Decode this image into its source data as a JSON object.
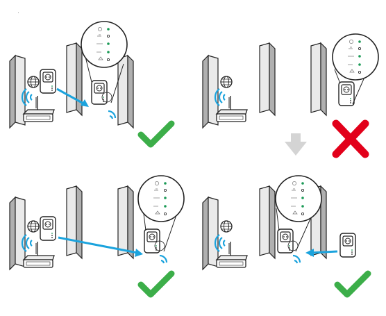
{
  "panels": [
    {
      "id": "top-left",
      "router_label": "router",
      "extender_placement": "between-router-and-wall",
      "signal_strength": "good",
      "verdict": "correct",
      "led_labels": [
        "power",
        "ethernet",
        "wps",
        "signal",
        "network"
      ]
    },
    {
      "id": "top-right",
      "router_label": "router",
      "extender_placement": "too-far-from-router",
      "signal_strength": "weak",
      "verdict": "incorrect",
      "led_labels": [
        "power",
        "ethernet",
        "wps",
        "signal",
        "network"
      ]
    },
    {
      "id": "bottom-left",
      "router_label": "router",
      "extender_placement": "next-to-wall",
      "signal_strength": "good",
      "verdict": "correct",
      "led_labels": [
        "power",
        "ethernet",
        "wps",
        "signal",
        "network"
      ]
    },
    {
      "id": "bottom-right",
      "router_label": "router",
      "extender_placement": "moved-closer-to-router",
      "signal_strength": "good",
      "verdict": "correct",
      "led_labels": [
        "power",
        "ethernet",
        "wps",
        "signal",
        "network"
      ]
    }
  ],
  "colors": {
    "wall_front": "#eeeeee",
    "wall_side": "#aaaaaa",
    "wall_stroke": "#222222",
    "signal_blue": "#1ba3dd",
    "arrow_blue": "#1ba3dd",
    "check_green": "#3cae49",
    "cross_red": "#e2001a",
    "down_arrow_gray": "#d4d4d4",
    "led_green": "#1a9a56"
  },
  "icons": {
    "router": "wifi-router-icon",
    "extender": "powerline-extender-icon",
    "globe": "internet-globe-icon",
    "check": "checkmark-icon",
    "cross": "cross-icon",
    "next": "down-arrow-icon"
  }
}
